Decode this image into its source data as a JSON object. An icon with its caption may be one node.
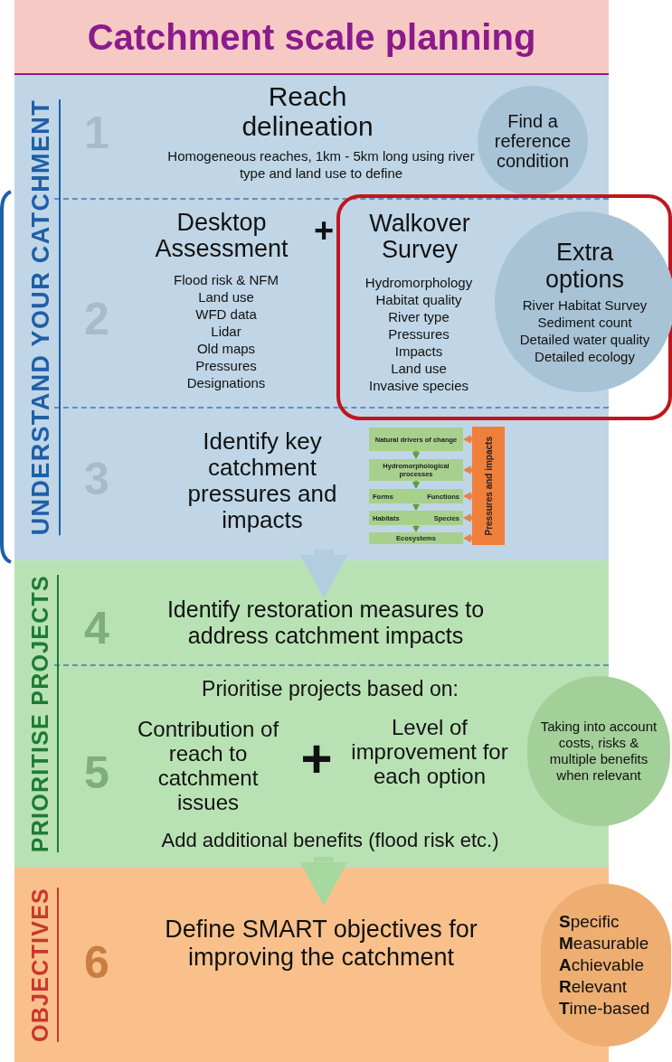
{
  "diagram": {
    "title": "Catchment scale planning",
    "nodes": [
      {
        "text": [
          "UNDERSTAND YOUR CATCHMENT"
        ]
      },
      {
        "text": [
          "Find a reference condition"
        ],
        "in": 0
      },
      {
        "text": [
          "Walkover Survey",
          "Hydromorphology",
          "Habitat quality",
          "River type",
          "Pressures",
          "Impacts",
          "Land use",
          "Invasive species"
        ]
      },
      {
        "text": [
          "Extra options",
          "River Habitat Survey",
          "Sediment count",
          "Detailed water quality",
          "Detailed ecology"
        ],
        "in": 2
      },
      {
        "text": [
          "Natural drivers of change"
        ],
        "in": 0
      },
      {
        "text": [
          "Hydromorphological processes"
        ],
        "in": 0
      },
      {
        "text": [
          "Forms",
          "Functions"
        ],
        "in": 0
      },
      {
        "text": [
          "Habitats",
          "Species"
        ],
        "in": 0
      },
      {
        "text": [
          "Ecosystems"
        ],
        "in": 0
      },
      {
        "text": [
          "Pressures and impacts"
        ],
        "in": 0
      },
      {
        "text": [
          "PRIORITISE PROJECTS"
        ]
      },
      {
        "text": [
          "Taking into account costs, risks & multiple benefits when relevant"
        ]
      },
      {
        "text": [
          "OBJECTIVES"
        ]
      },
      {
        "text": [
          "**S**pecific",
          "**M**easurable",
          "**A**chievable",
          "**R**elevant",
          "**T**ime-based"
        ]
      }
    ],
    "edges": [
      {
        "from": 4,
        "to": 5,
        "arrow": "to",
        "color": "#5e9e3a"
      },
      {
        "from": 5,
        "to": 6,
        "arrow": "to",
        "color": "#5e9e3a"
      },
      {
        "from": 6,
        "to": 7,
        "arrow": "to",
        "color": "#5e9e3a"
      },
      {
        "from": 7,
        "to": 8,
        "arrow": "to",
        "color": "#5e9e3a"
      },
      {
        "from": 9,
        "to": 4,
        "arrow": "to",
        "color": "#f07f3c"
      },
      {
        "from": 9,
        "to": 5,
        "arrow": "to",
        "color": "#f07f3c"
      },
      {
        "from": 9,
        "to": 6,
        "arrow": "to",
        "color": "#f07f3c"
      },
      {
        "from": 9,
        "to": 7,
        "arrow": "to",
        "color": "#f07f3c"
      },
      {
        "from": 9,
        "to": 8,
        "arrow": "to",
        "color": "#f07f3c"
      },
      {
        "from": 0,
        "to": 10,
        "arrow": "to",
        "style": "thick",
        "color": "#b3cde0"
      },
      {
        "from": 10,
        "to": 12,
        "arrow": "to",
        "style": "thick",
        "color": "#a6d89f"
      }
    ],
    "labels": [
      "1",
      "Reach delineation",
      "Homogeneous reaches, 1km - 5km long using river type and land use to define",
      "Desktop Assessment",
      "+",
      "2",
      "Flood risk & NFM",
      "Land use",
      "WFD data",
      "Lidar",
      "Old maps",
      "Pressures",
      "Designations",
      "3",
      "Identify key catchment pressures and impacts",
      "4",
      "Identify restoration measures to address catchment impacts",
      "Prioritise projects based on:",
      "5",
      "Contribution of reach to catchment issues",
      "+",
      "Level of improvement for each option",
      "Add additional benefits (flood risk etc.)",
      "6",
      "Define SMART objectives for improving the catchment"
    ]
  }
}
